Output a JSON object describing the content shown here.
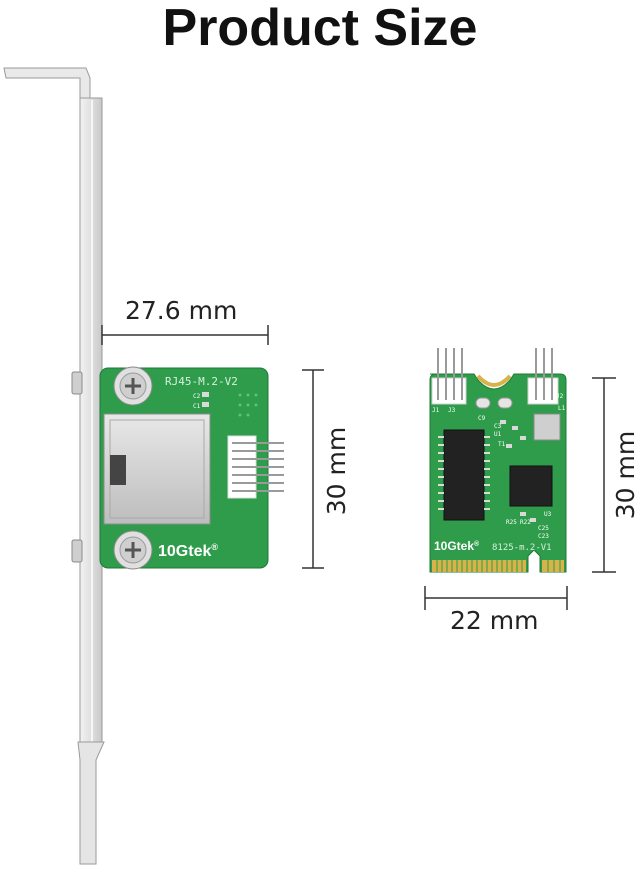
{
  "title": "Product Size",
  "dimensions": {
    "adapter_width": "27.6 mm",
    "adapter_height": "30 mm",
    "m2_height": "30 mm",
    "m2_width": "22 mm"
  },
  "adapter_board": {
    "silkscreen_model": "RJ45-M.2-V2",
    "brand": "10Gtek",
    "reg_mark": "®",
    "labels": [
      "C2",
      "C1"
    ]
  },
  "m2_card": {
    "brand": "10Gtek",
    "reg_mark": "®",
    "model": "8125-m.2-V1",
    "labels": [
      "J1",
      "J2",
      "J3",
      "C9",
      "C3",
      "U1",
      "U3",
      "R25",
      "R22",
      "C25",
      "C23",
      "T1",
      "L1"
    ]
  },
  "colors": {
    "pcb_green": "#2e9c4a",
    "pcb_dark": "#1f7a36",
    "bracket": "#dcdcdc",
    "gold": "#d7b34a"
  }
}
